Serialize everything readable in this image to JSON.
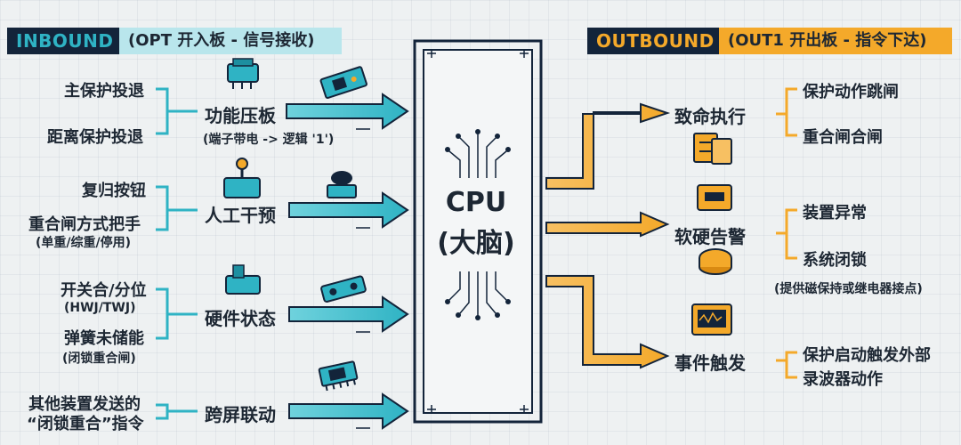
{
  "inbound": {
    "tag": "INBOUND",
    "subtitle": "(OPT 开入板 - 信号接收)",
    "groups": [
      {
        "category": "功能压板",
        "note": "(端子带电 -> 逻辑 '1')",
        "items": [
          "主保护投退",
          "距离保护投退"
        ]
      },
      {
        "category": "人工干预",
        "note": "",
        "items": [
          "复归按钮",
          "重合闸方式把手",
          "(单重/综重/停用)"
        ]
      },
      {
        "category": "硬件状态",
        "note": "",
        "items": [
          "开关合/分位",
          "(HWJ/TWJ)",
          "弹簧未储能",
          "(闭锁重合闸)"
        ]
      },
      {
        "category": "跨屏联动",
        "note": "",
        "items": [
          "其他装置发送的",
          "“闭锁重合”指令"
        ]
      }
    ]
  },
  "cpu": {
    "line1": "CPU",
    "line2": "(大脑)"
  },
  "outbound": {
    "tag": "OUTBOUND",
    "subtitle": "(OUT1 开出板 - 指令下达)",
    "groups": [
      {
        "category": "致命执行",
        "items": [
          "保护动作跳闸",
          "重合闸合闸"
        ]
      },
      {
        "category": "软硬告警",
        "items": [
          "装置异常",
          "系统闭锁",
          "(提供磁保持或继电器接点)"
        ]
      },
      {
        "category": "事件触发",
        "items": [
          "保护启动触发外部",
          "录波器动作"
        ]
      }
    ]
  },
  "colors": {
    "teal": "#2fb3c4",
    "teal_dark": "#1d8fa0",
    "orange": "#f4a92a",
    "orange_dark": "#d98a12",
    "navy": "#13243a",
    "ink": "#1d2733"
  }
}
